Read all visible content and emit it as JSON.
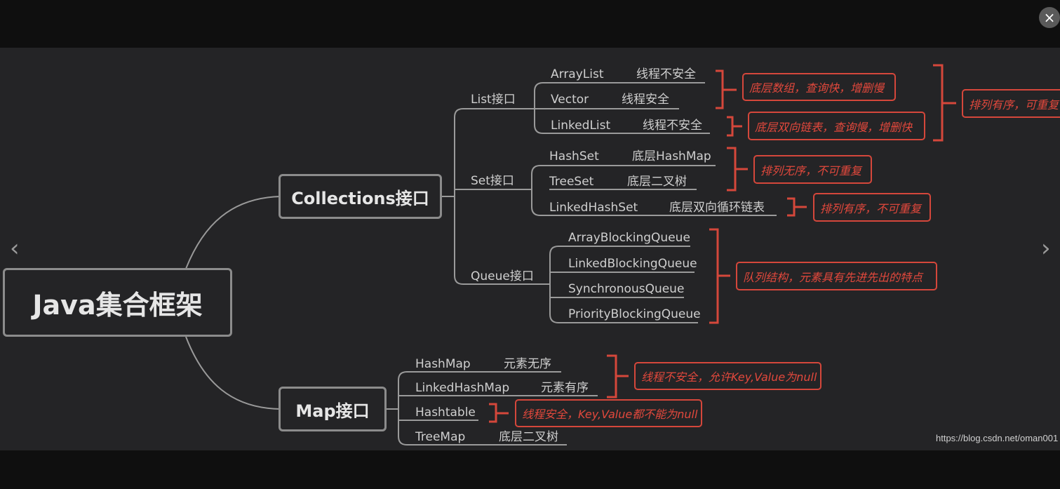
{
  "viewer": {
    "close_icon": "×",
    "prev_icon": "‹",
    "next_icon": "›",
    "watermark": "https://blog.csdn.net/oman001"
  },
  "mindmap": {
    "root": "Java集合框架",
    "collections": {
      "label": "Collections接口",
      "list": {
        "label": "List接口",
        "items": [
          {
            "name": "ArrayList",
            "desc": "线程不安全"
          },
          {
            "name": "Vector",
            "desc": "线程安全"
          },
          {
            "name": "LinkedList",
            "desc": "线程不安全"
          }
        ],
        "note_array_vector": "底层数组，查询快，增删慢",
        "note_linked": "底层双向链表，查询慢，增删快",
        "note_group": "排列有序，可重复"
      },
      "set": {
        "label": "Set接口",
        "items": [
          {
            "name": "HashSet",
            "desc": "底层HashMap"
          },
          {
            "name": "TreeSet",
            "desc": "底层二叉树"
          },
          {
            "name": "LinkedHashSet",
            "desc": "底层双向循环链表"
          }
        ],
        "note_hash_tree": "排列无序，不可重复",
        "note_linked": "排列有序，不可重复"
      },
      "queue": {
        "label": "Queue接口",
        "items": [
          "ArrayBlockingQueue",
          "LinkedBlockingQueue",
          "SynchronousQueue",
          "PriorityBlockingQueue"
        ],
        "note": "队列结构，元素具有先进先出的特点"
      }
    },
    "map": {
      "label": "Map接口",
      "items": [
        {
          "name": "HashMap",
          "desc": "元素无序"
        },
        {
          "name": "LinkedHashMap",
          "desc": "元素有序"
        },
        {
          "name": "Hashtable",
          "desc": ""
        },
        {
          "name": "TreeMap",
          "desc": "底层二叉树"
        }
      ],
      "note_unsafe": "线程不安全，允许Key,Value为null",
      "note_safe": "线程安全，Key,Value都不能为null"
    }
  }
}
